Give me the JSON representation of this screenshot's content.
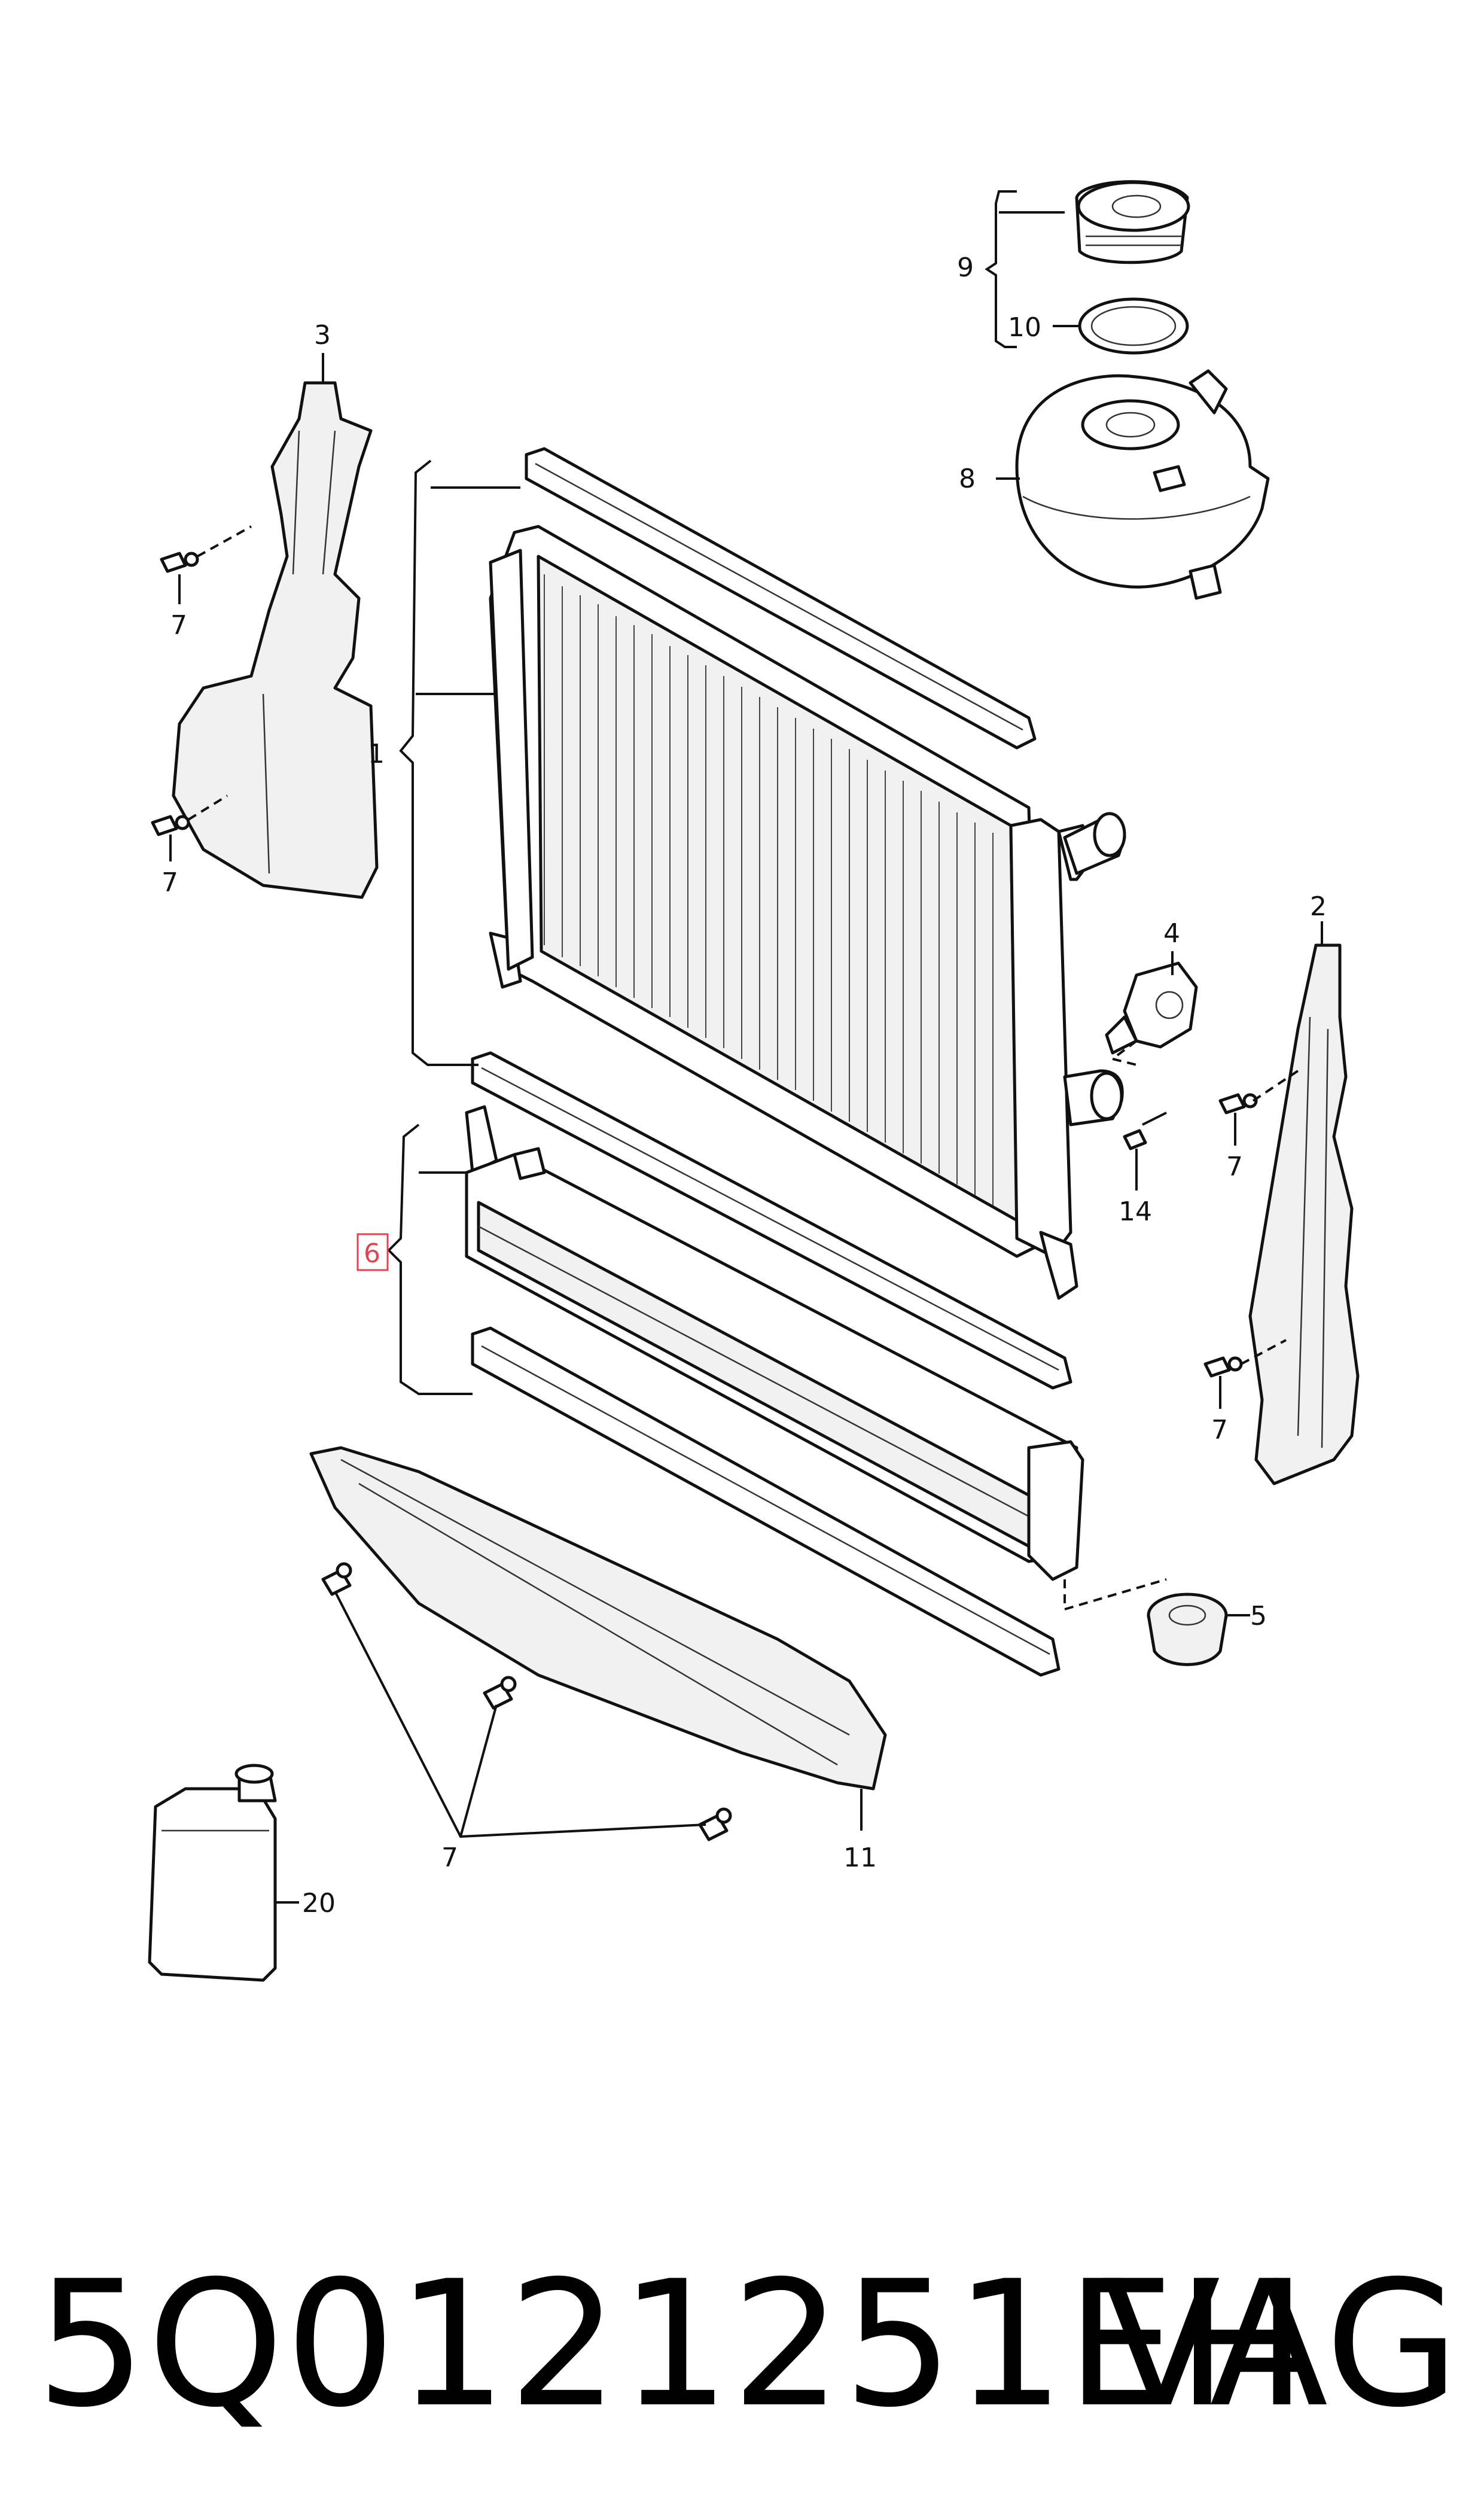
{
  "diagram": {
    "callouts": {
      "c1": "1",
      "c2": "2",
      "c3": "3",
      "c4": "4",
      "c5": "5",
      "c6": "6",
      "c7": "7",
      "c8": "8",
      "c9": "9",
      "c10": "10",
      "c11": "11",
      "c14": "14",
      "c20": "20"
    },
    "highlight_color": "#e0454f"
  },
  "footer": {
    "part_number": "5Q0121251EH",
    "brand": "VAG"
  }
}
